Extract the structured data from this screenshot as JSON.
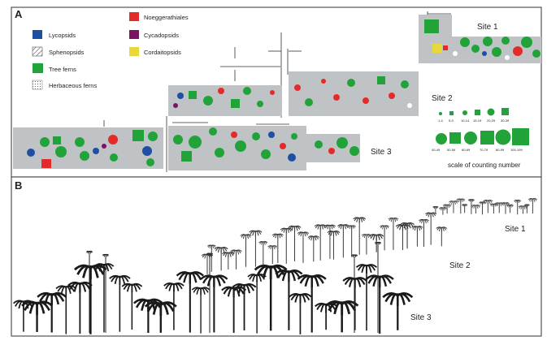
{
  "panel_a": {
    "label": "A",
    "legend": [
      {
        "name": "Lycopsids",
        "color": "#1f4fa3",
        "pattern": "solid"
      },
      {
        "name": "Sphenopsids",
        "color": "#ffffff",
        "pattern": "diagonal-hatch"
      },
      {
        "name": "Tree ferns",
        "color": "#21a33a",
        "pattern": "solid"
      },
      {
        "name": "Herbaceous ferns",
        "color": "#ffffff",
        "pattern": "dotted-grid"
      },
      {
        "name": "Noeggerathiales",
        "color": "#e32b2b",
        "pattern": "solid"
      },
      {
        "name": "Cycadopsids",
        "color": "#7a1460",
        "pattern": "solid"
      },
      {
        "name": "Cordaitopsids",
        "color": "#e7d93a",
        "pattern": "solid"
      }
    ],
    "site_labels": {
      "site1": "Site 1",
      "site2": "Site 2",
      "site3": "Site 3"
    },
    "scale_labels": [
      "1-4",
      "5-9",
      "10-14",
      "15-19",
      "20-29",
      "30-39",
      "40-49",
      "50-59",
      "60-69",
      "70-79",
      "80-99",
      "100-199"
    ],
    "scale_title": "scale of counting number"
  },
  "panel_b": {
    "label": "B",
    "site_labels": {
      "site1": "Site 1",
      "site2": "Site 2",
      "site3": "Site 3"
    }
  },
  "colors": {
    "panel_border": "#555555",
    "plot_gray": "#bfc3c6",
    "lycopsid": "#1f4fa3",
    "tree_fern": "#21a33a",
    "noeggerathiales": "#e32b2b",
    "cycadopsid": "#7a1460",
    "cordaitopsid": "#e7d93a",
    "trunk": "#111111"
  }
}
